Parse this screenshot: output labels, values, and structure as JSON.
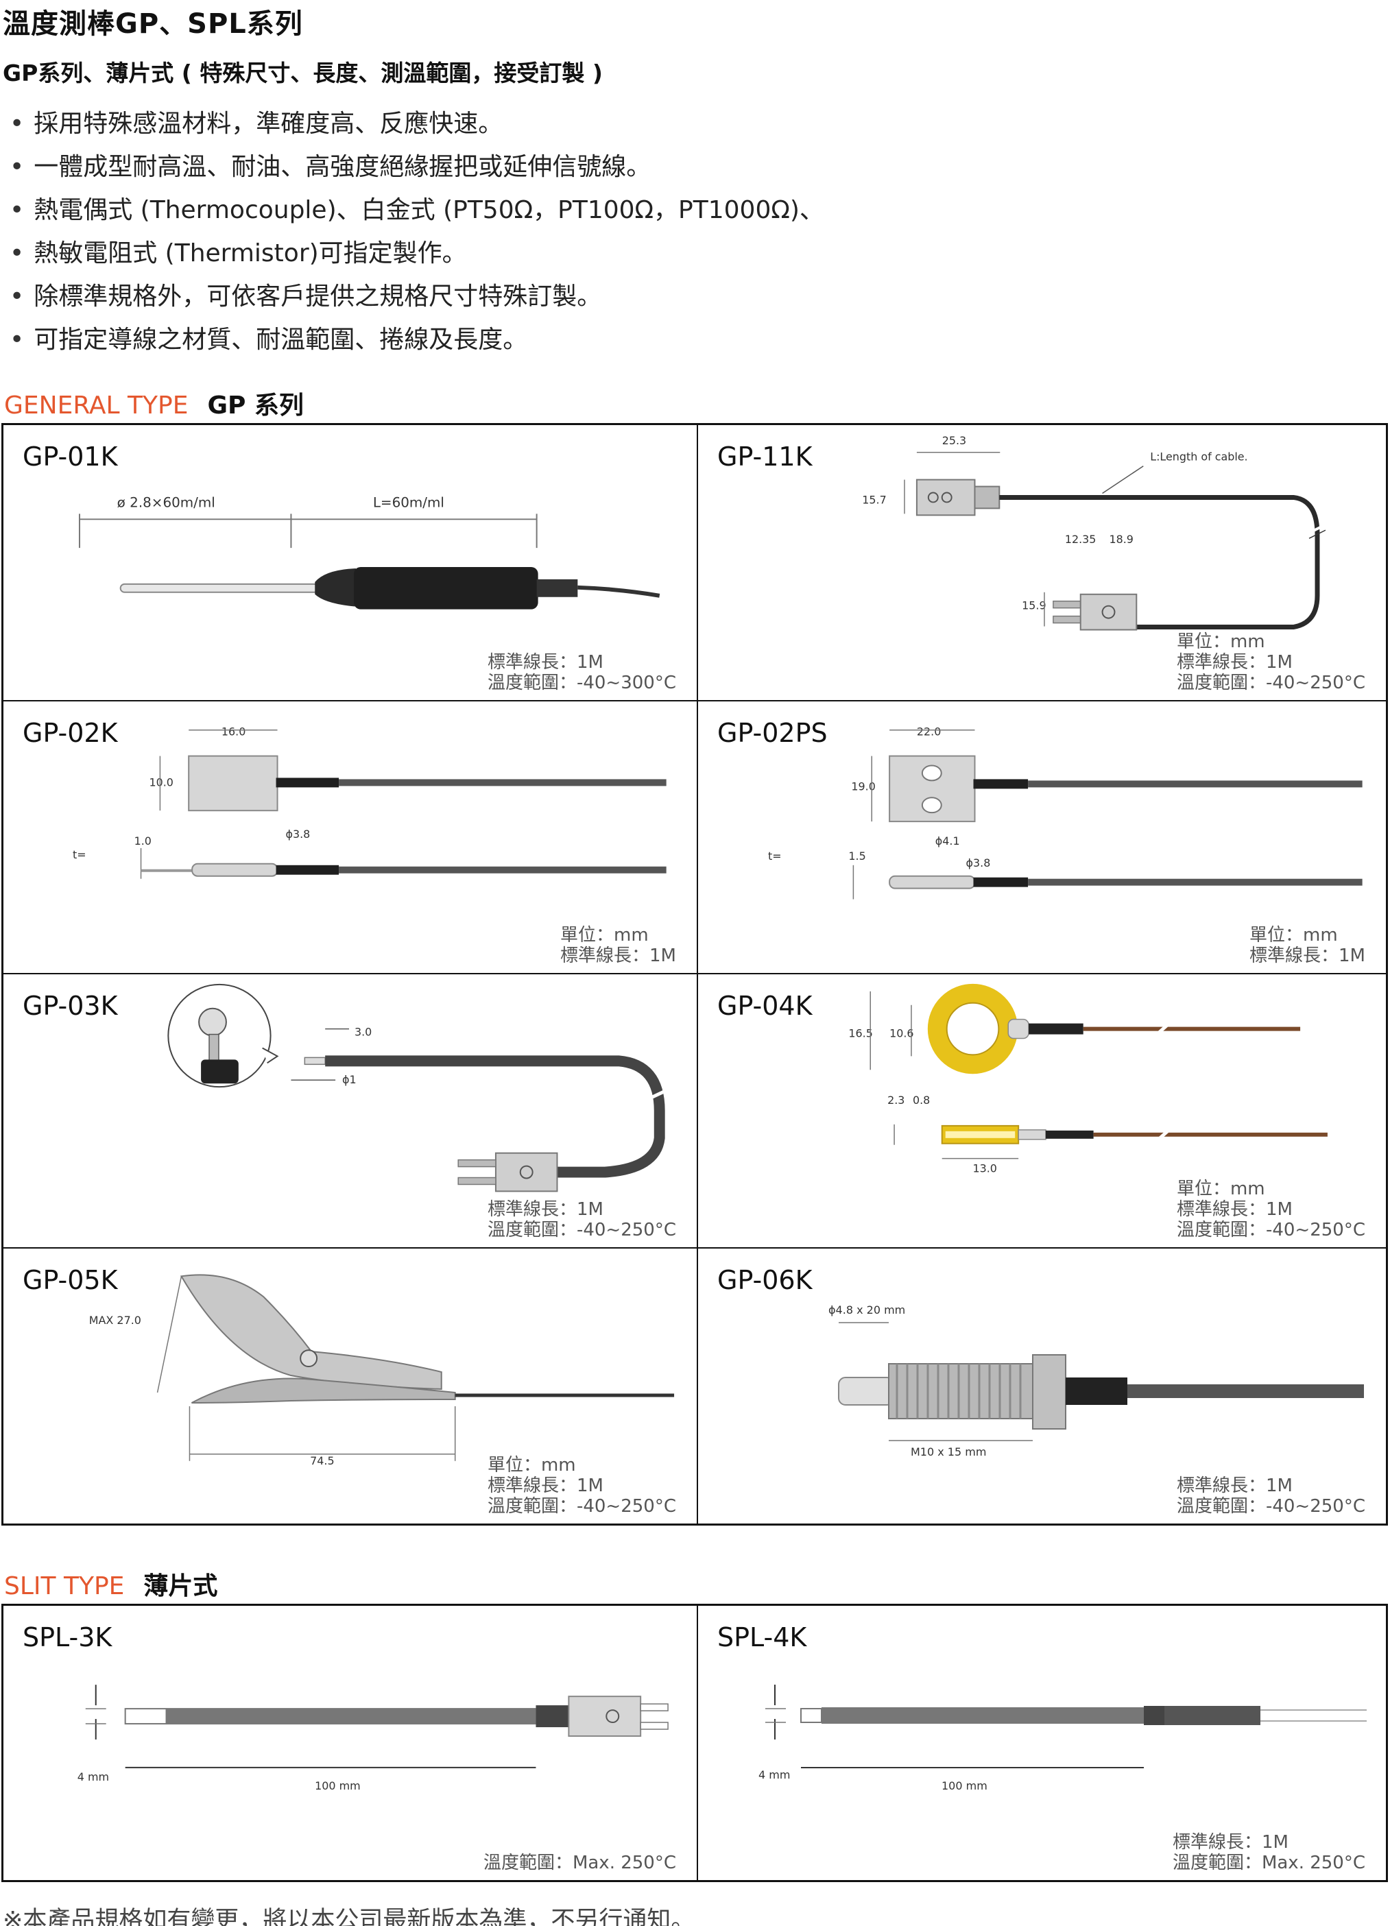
{
  "title": "溫度測棒GP、SPL系列",
  "subtitle": "GP系列、薄片式 ( 特殊尺寸、長度、測溫範圍，接受訂製 )",
  "features": [
    "採用特殊感溫材料，準確度高、反應快速。",
    "一體成型耐高溫、耐油、高強度絕緣握把或延伸信號線。",
    "熱電偶式 (Thermocouple)、白金式 (PT50Ω，PT100Ω，PT1000Ω)、",
    "熱敏電阻式 (Thermistor)可指定製作。",
    "除標準規格外，可依客戶提供之規格尺寸特殊訂製。",
    "可指定導線之材質、耐溫範圍、捲線及長度。"
  ],
  "general_section": {
    "en": "GENERAL TYPE",
    "zh": "GP 系列"
  },
  "slit_section": {
    "en": "SLIT TYPE",
    "zh": "薄片式"
  },
  "products": {
    "gp01k": {
      "model": "GP-01K",
      "dim1": "ø 2.8×60m/ml",
      "dim2": "L=60m/ml",
      "spec": [
        "標準線長：1M",
        "溫度範圍：-40~300°C"
      ]
    },
    "gp11k": {
      "model": "GP-11K",
      "d1": "25.3",
      "d2": "15.7",
      "d3": "12.35",
      "d4": "18.9",
      "d5": "15.9",
      "cable": "L:Length of cable.",
      "spec": [
        "單位：mm",
        "標準線長：1M",
        "溫度範圍：-40~250°C"
      ]
    },
    "gp02k": {
      "model": "GP-02K",
      "d1": "16.0",
      "d2": "10.0",
      "d3": "1.0",
      "d4": "ϕ3.8",
      "t": "t=",
      "spec": [
        "單位：mm",
        "標準線長：1M"
      ]
    },
    "gp02ps": {
      "model": "GP-02PS",
      "d1": "22.0",
      "d2": "19.0",
      "d3": "ϕ4.1",
      "d4": "ϕ3.8",
      "d5": "1.5",
      "t": "t=",
      "spec": [
        "單位：mm",
        "標準線長：1M"
      ]
    },
    "gp03k": {
      "model": "GP-03K",
      "d1": "3.0",
      "d2": "ϕ1",
      "spec": [
        "標準線長：1M",
        "溫度範圍：-40~250°C"
      ]
    },
    "gp04k": {
      "model": "GP-04K",
      "d1": "16.5",
      "d2": "10.6",
      "d3": "2.3",
      "d4": "0.8",
      "d5": "13.0",
      "spec": [
        "單位：mm",
        "標準線長：1M",
        "溫度範圍：-40~250°C"
      ]
    },
    "gp05k": {
      "model": "GP-05K",
      "d1": "MAX 27.0",
      "d2": "74.5",
      "spec": [
        "單位：mm",
        "標準線長：1M",
        "溫度範圍：-40~250°C"
      ]
    },
    "gp06k": {
      "model": "GP-06K",
      "d1": "ϕ4.8 x 20 mm",
      "d2": "M10 x 15 mm",
      "spec": [
        "標準線長：1M",
        "溫度範圍：-40~250°C"
      ]
    },
    "spl3k": {
      "model": "SPL-3K",
      "d1": "4 mm",
      "d2": "100 mm",
      "spec": [
        "溫度範圍：Max. 250°C"
      ]
    },
    "spl4k": {
      "model": "SPL-4K",
      "d1": "4 mm",
      "d2": "100 mm",
      "spec": [
        "標準線長：1M",
        "溫度範圍：Max. 250°C"
      ]
    }
  },
  "footer": "※本產品規格如有變更，將以本公司最新版本為準，不另行通知。"
}
